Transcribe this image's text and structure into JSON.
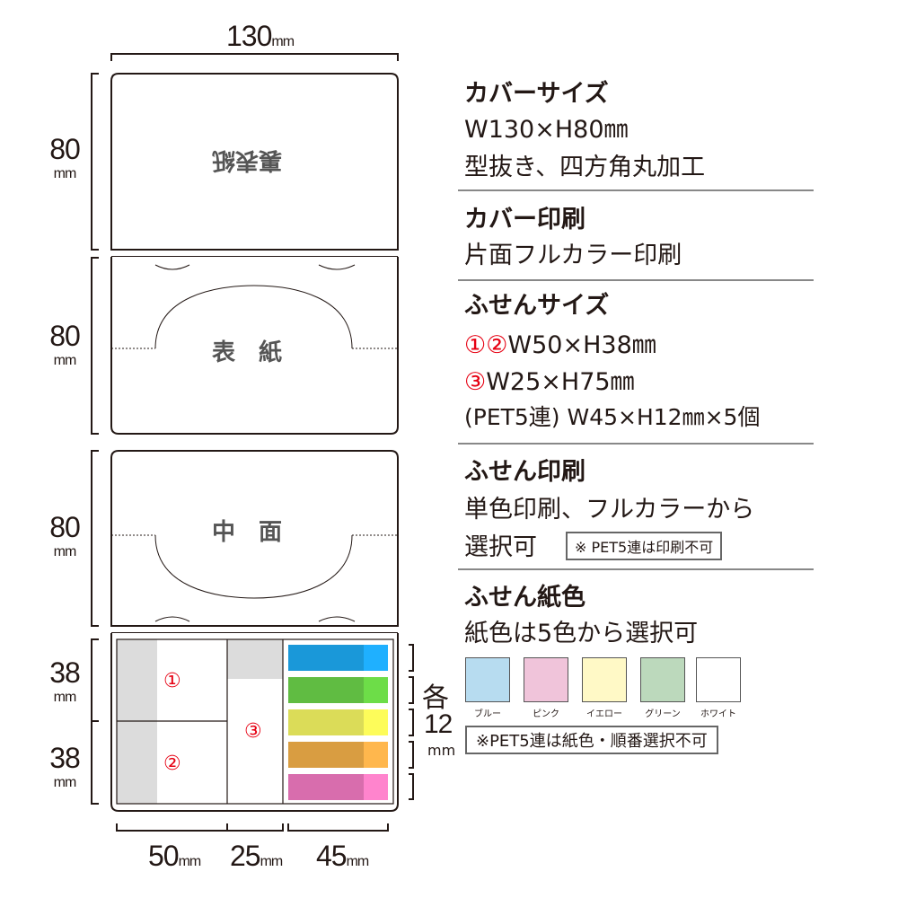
{
  "diagram": {
    "width_label": "130",
    "unit": "mm",
    "panel_heights": [
      "80",
      "80",
      "80"
    ],
    "sticky_heights": [
      "38",
      "38"
    ],
    "bottom_widths": [
      "50",
      "25",
      "45"
    ],
    "each_label": "各",
    "each_value": "12",
    "panel_labels": {
      "back_cover": "裏表紙",
      "front_cover": "表　紙",
      "inner": "中　面"
    },
    "sticky_numbers": [
      "①",
      "②",
      "③"
    ],
    "tab_colors": [
      {
        "main": "#1a98d9",
        "tip": "#1fb0ff"
      },
      {
        "main": "#60bc42",
        "tip": "#6ddd48"
      },
      {
        "main": "#dbdc58",
        "tip": "#fdfc5a"
      },
      {
        "main": "#d99d41",
        "tip": "#ffb74d"
      },
      {
        "main": "#d86dad",
        "tip": "#ff84cd"
      }
    ]
  },
  "specs": {
    "cover_size": {
      "title": "カバーサイズ",
      "line1": "W130×H80㎜",
      "line2": "型抜き、四方角丸加工"
    },
    "cover_print": {
      "title": "カバー印刷",
      "line1": "片面フルカラー印刷"
    },
    "sticky_size": {
      "title": "ふせんサイズ",
      "n12": "①②",
      "line1": "W50×H38㎜",
      "n3": "③",
      "line2": "W25×H75㎜",
      "line3": "(PET5連) W45×H12㎜×5個"
    },
    "sticky_print": {
      "title": "ふせん印刷",
      "line1": "単色印刷、フルカラーから",
      "line2": "選択可",
      "note": "※ PET5連は印刷不可"
    },
    "paper_color": {
      "title": "ふせん紙色",
      "line1": "紙色は5色から選択可",
      "swatches": [
        {
          "label": "ブルー",
          "color": "#b7dcf0"
        },
        {
          "label": "ピンク",
          "color": "#f0c4da"
        },
        {
          "label": "イエロー",
          "color": "#fff9c6"
        },
        {
          "label": "グリーン",
          "color": "#bcd9bc"
        },
        {
          "label": "ホワイト",
          "color": "#ffffff"
        }
      ],
      "note": "※PET5連は紙色・順番選択不可"
    }
  }
}
